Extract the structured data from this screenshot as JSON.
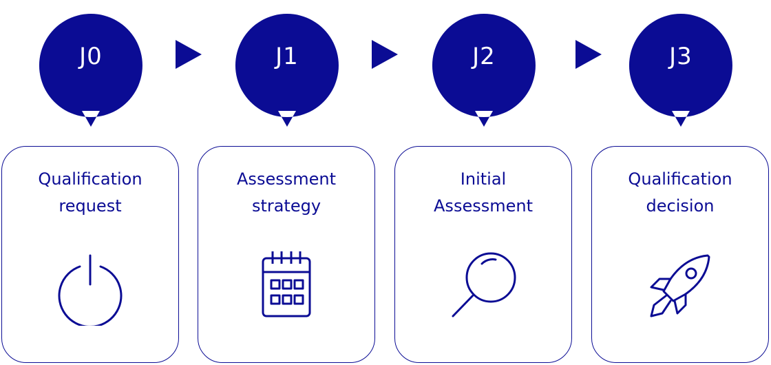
{
  "colors": {
    "primary": "#0b0c94",
    "background": "#ffffff",
    "bubble_text": "#ffffff"
  },
  "steps": [
    {
      "badge": "J0",
      "title_lines": [
        "Qualification",
        "request"
      ],
      "icon": "power-icon"
    },
    {
      "badge": "J1",
      "title_lines": [
        "Assessment",
        "strategy"
      ],
      "icon": "calendar-icon"
    },
    {
      "badge": "J2",
      "title_lines": [
        "Initial",
        "Assessment"
      ],
      "icon": "magnifier-icon"
    },
    {
      "badge": "J3",
      "title_lines": [
        "Qualification",
        "decision"
      ],
      "icon": "rocket-icon"
    }
  ],
  "connectors": [
    {
      "icon": "right-triangle-arrow-icon"
    },
    {
      "icon": "right-triangle-arrow-icon"
    },
    {
      "icon": "right-triangle-arrow-icon"
    }
  ]
}
